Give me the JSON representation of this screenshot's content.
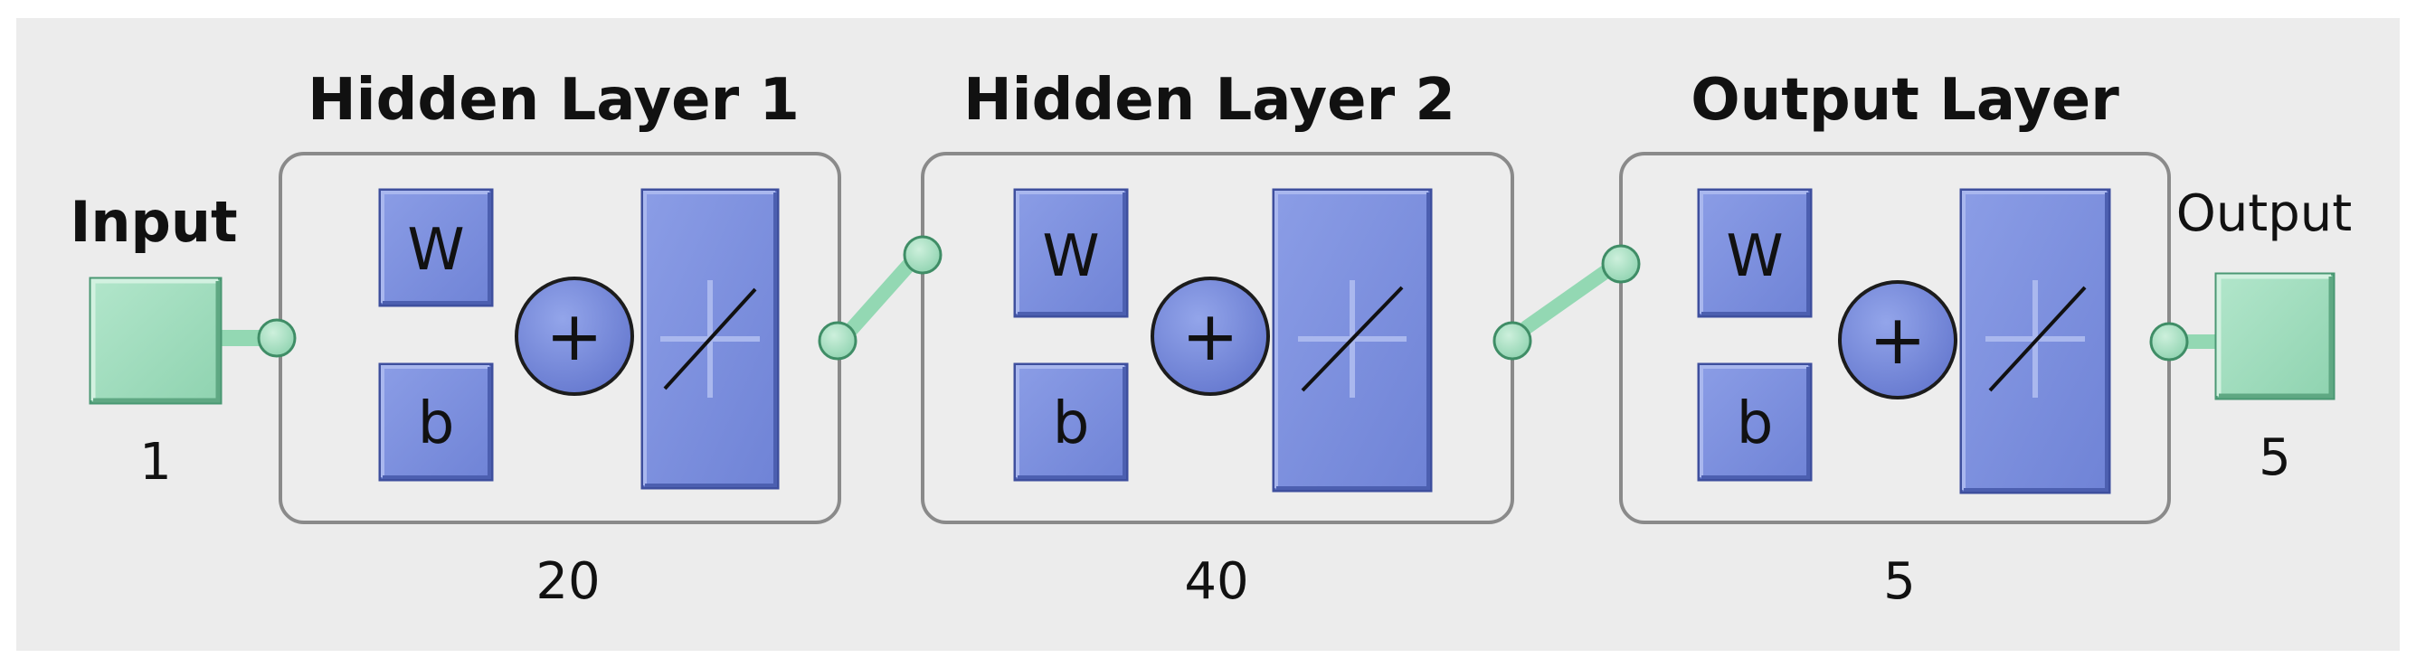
{
  "diagram": {
    "input": {
      "title": "Input",
      "size": "1"
    },
    "output": {
      "title": "Output",
      "size": "5"
    },
    "layers": [
      {
        "title": "Hidden Layer 1",
        "size": "20",
        "weight_label": "W",
        "bias_label": "b",
        "sum_label": "+",
        "transfer_function": "linear"
      },
      {
        "title": "Hidden Layer 2",
        "size": "40",
        "weight_label": "W",
        "bias_label": "b",
        "sum_label": "+",
        "transfer_function": "linear"
      },
      {
        "title": "Output Layer",
        "size": "5",
        "weight_label": "W",
        "bias_label": "b",
        "sum_label": "+",
        "transfer_function": "linear"
      }
    ],
    "colors": {
      "background": "#ececec",
      "block_fill": "#7b8fdd",
      "block_border": "#3e4f9e",
      "io_fill": "#9fdcbc",
      "io_border": "#4a9873",
      "connector": "#93d8b3",
      "layer_border": "#8a8a8a"
    }
  }
}
